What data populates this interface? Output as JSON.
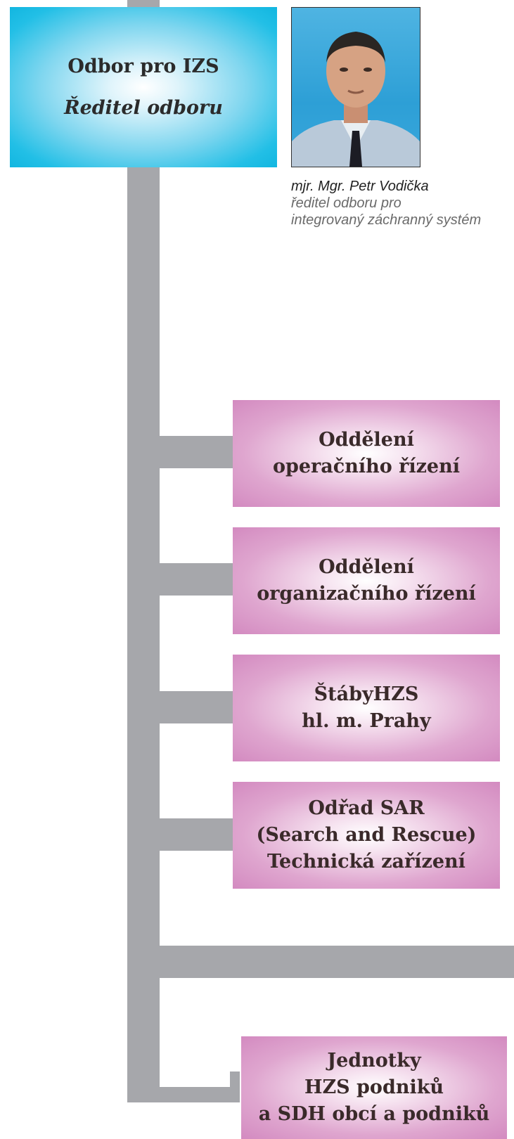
{
  "head": {
    "title": "Odbor pro IZS",
    "subtitle": "Ředitel odboru"
  },
  "director": {
    "name": "mjr. Mgr. Petr Vodička",
    "role_line1": "ředitel odboru pro",
    "role_line2": "integrovaný záchranný systém"
  },
  "units": [
    {
      "label": "Oddělení\noperačního řízení"
    },
    {
      "label": "Oddělení\norganizačního řízení"
    },
    {
      "label": "ŠtábyHZS\nhl. m. Prahy"
    },
    {
      "label": "Odřad SAR\n(Search and Rescue)\nTechnická zařízení"
    },
    {
      "label": "Jednotky\nHZS podniků\na SDH obcí a podniků"
    }
  ],
  "colors": {
    "connector": "#a6a7ab",
    "head_box": "#12b6e0",
    "unit_box": "#d38ac0"
  }
}
